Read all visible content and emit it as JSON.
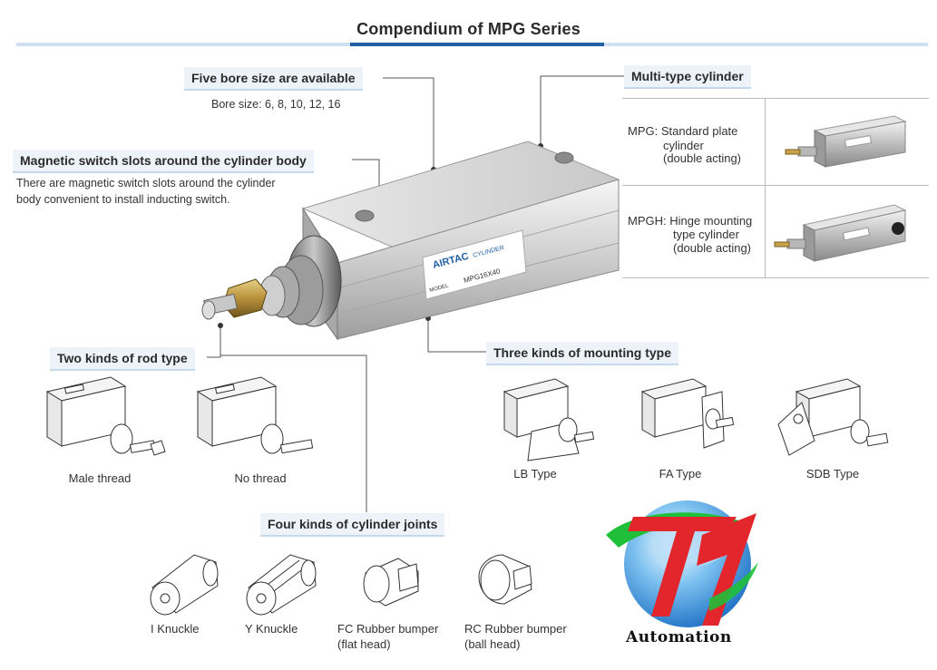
{
  "title": "Compendium of MPG Series",
  "sections": {
    "bore": {
      "label": "Five bore size are available",
      "desc": "Bore size: 6, 8, 10, 12, 16"
    },
    "magnetic": {
      "label": "Magnetic switch slots around the cylinder body",
      "desc_line1": "There are magnetic switch slots around the cylinder",
      "desc_line2": "body convenient to install inducting switch."
    },
    "multi": {
      "label": "Multi-type cylinder",
      "mpg": {
        "line1": "MPG: Standard plate",
        "line2": "cylinder",
        "line3": "(double acting)"
      },
      "mpgh": {
        "line1": "MPGH: Hinge mounting",
        "line2": "type cylinder",
        "line3": "(double acting)"
      }
    },
    "rod": {
      "label": "Two kinds of rod type",
      "items": [
        "Male thread",
        "No thread"
      ]
    },
    "mounting": {
      "label": "Three kinds of mounting type",
      "items": [
        "LB Type",
        "FA Type",
        "SDB Type"
      ]
    },
    "joints": {
      "label": "Four kinds of cylinder joints",
      "items": [
        {
          "line1": "I Knuckle",
          "line2": ""
        },
        {
          "line1": "Y Knuckle",
          "line2": ""
        },
        {
          "line1": "FC Rubber bumper",
          "line2": "(flat head)"
        },
        {
          "line1": "RC Rubber bumper",
          "line2": "(ball head)"
        }
      ]
    }
  },
  "product": {
    "brand": "AIRTAC",
    "brand_sub": "CYLINDER",
    "model_label": "MODEL",
    "model": "MPG16X40"
  },
  "logo": {
    "text": "Automation"
  },
  "colors": {
    "accent": "#1f5fa6",
    "section_bg": "#eef3f9",
    "logo_red": "#e3262b",
    "logo_blue": "#1c7fd6",
    "logo_green": "#1fbf3a"
  }
}
